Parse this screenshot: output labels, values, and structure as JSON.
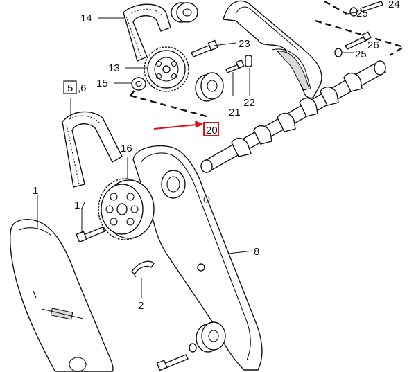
{
  "callouts": {
    "c1": "1",
    "c2": "2",
    "c5": "5",
    "c6": ",6",
    "c8": "8",
    "c13": "13",
    "c14": "14",
    "c15": "15",
    "c16": "16",
    "c17": "17",
    "c20": "20",
    "c21": "21",
    "c22": "22",
    "c23": "23",
    "c24": "24",
    "c25a": "25",
    "c25b": "25",
    "c26": "26"
  },
  "highlight": {
    "part_number": "20",
    "color": "#e0101a"
  }
}
